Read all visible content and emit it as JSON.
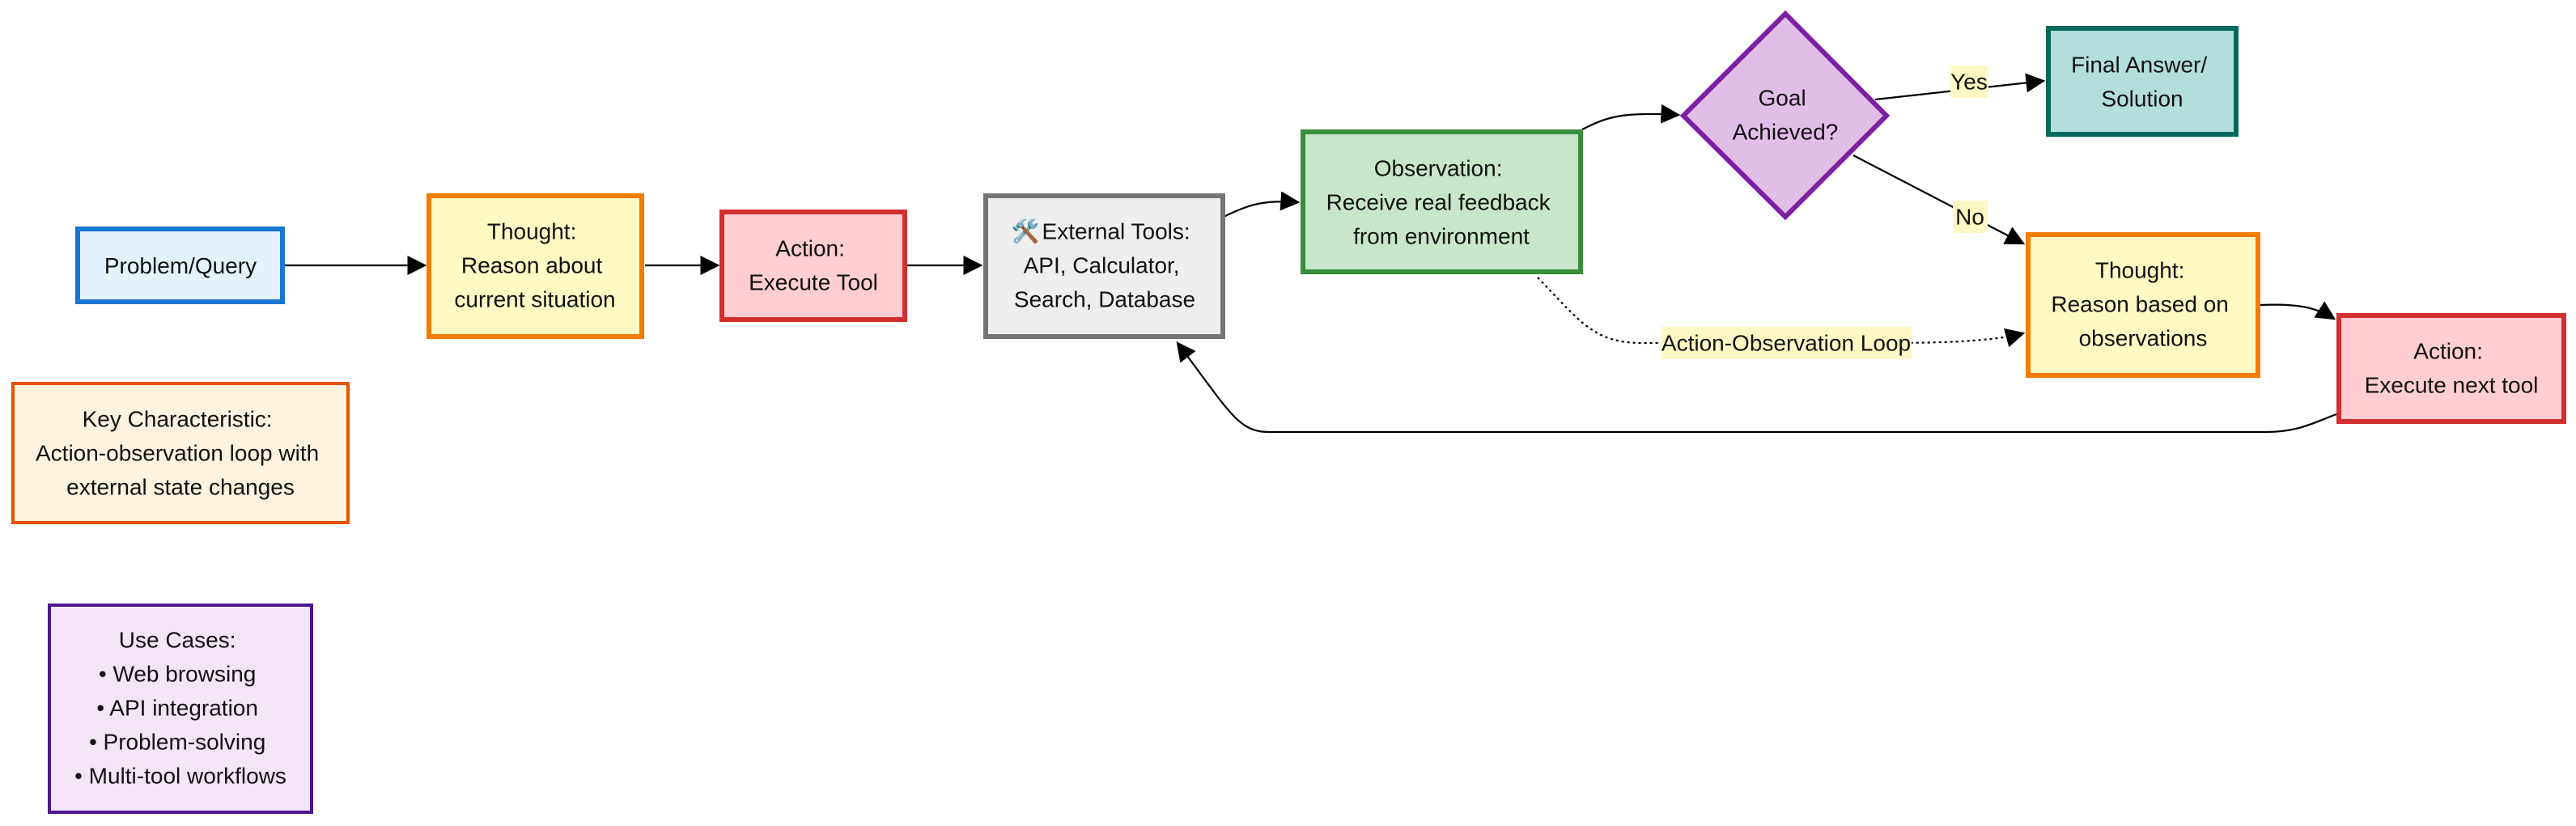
{
  "colors": {
    "blue_fill": "#e3f2fd",
    "blue_stroke": "#1976d2",
    "yellow_fill": "#fff9c4",
    "orange_stroke": "#f57c00",
    "red_fill": "#ffcdd2",
    "red_stroke": "#d32f2f",
    "grey_fill": "#eeeeee",
    "grey_stroke": "#757575",
    "green_fill": "#c8e6c9",
    "green_stroke": "#388e3c",
    "purple_fill": "#e1bee7",
    "purple_stroke": "#7b1fa2",
    "teal_fill": "#b2dfdb",
    "teal_stroke": "#00695c",
    "note_orange_fill": "#fff3e0",
    "note_orange_stroke": "#e65100",
    "note_purple_fill": "#f3e5f5",
    "note_purple_stroke": "#4a148c",
    "edge_label_bg": "#fff8c5"
  },
  "nodes": {
    "problem": {
      "lines": [
        "Problem/Query"
      ]
    },
    "thought1": {
      "lines": [
        "Thought:",
        "Reason about",
        "current situation"
      ]
    },
    "action1": {
      "lines": [
        "Action:",
        "Execute Tool"
      ]
    },
    "tools": {
      "icon": "🛠️",
      "lines": [
        "External Tools:",
        "API, Calculator,",
        "Search, Database"
      ]
    },
    "observation": {
      "lines": [
        "Observation:",
        "Receive real feedback",
        "from environment"
      ]
    },
    "goal": {
      "lines": [
        "Goal",
        "Achieved?"
      ]
    },
    "final": {
      "lines": [
        "Final Answer/",
        "Solution"
      ]
    },
    "thought2": {
      "lines": [
        "Thought:",
        "Reason based on",
        "observations"
      ]
    },
    "action2": {
      "lines": [
        "Action:",
        "Execute next tool"
      ]
    },
    "key_note": {
      "lines": [
        "Key Characteristic:",
        "Action-observation loop with",
        "external state changes"
      ]
    },
    "use_cases": {
      "lines": [
        "Use Cases:",
        "• Web browsing",
        "• API integration",
        "• Problem-solving",
        "• Multi-tool workflows"
      ]
    }
  },
  "edge_labels": {
    "yes": "Yes",
    "no": "No",
    "loop": "Action-Observation Loop"
  }
}
